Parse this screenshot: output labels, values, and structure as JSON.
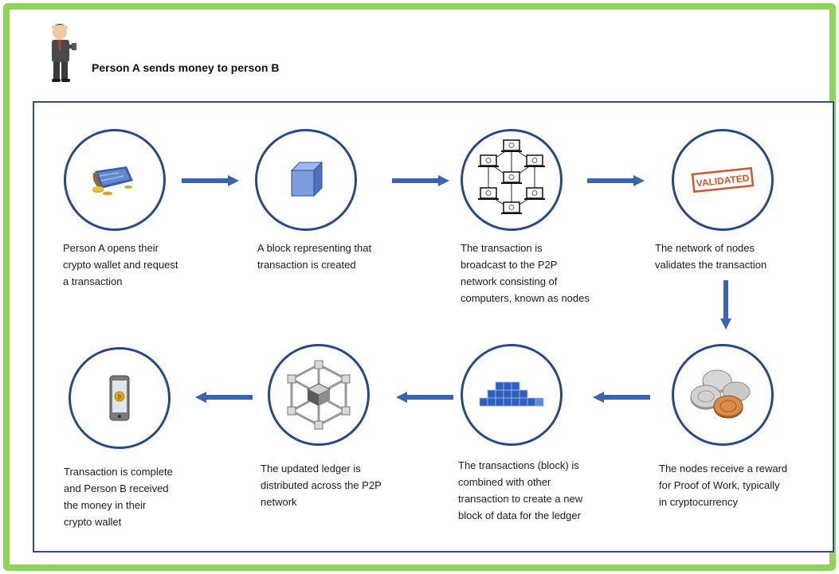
{
  "header": {
    "title": "Person A sends money to person B"
  },
  "steps": [
    {
      "icon": "wallet-icon",
      "caption": "Person A opens their\ncrypto wallet and request\na transaction"
    },
    {
      "icon": "block-cube-icon",
      "caption": "A block representing that\ntransaction is created"
    },
    {
      "icon": "p2p-network-icon",
      "caption": "The transaction is\nbroadcast to the P2P\nnetwork consisting of\ncomputers, known as nodes"
    },
    {
      "icon": "validated-stamp-icon",
      "caption": "The network of nodes\nvalidates the transaction",
      "stamp_text": "VALIDATED"
    },
    {
      "icon": "coins-icon",
      "caption": "The nodes receive a reward\nfor Proof of Work, typically\nin cryptocurrency"
    },
    {
      "icon": "stacked-blocks-icon",
      "caption": "The transactions (block) is\ncombined with other\ntransaction to create a new\nblock of data for the ledger"
    },
    {
      "icon": "ledger-network-icon",
      "caption": "The updated ledger is\ndistributed across the P2P\nnetwork"
    },
    {
      "icon": "smartphone-wallet-icon",
      "caption": "Transaction is complete\nand Person B received\nthe money in their\ncrypto wallet"
    }
  ],
  "colors": {
    "frame": "#8fd45a",
    "outline": "#254a8c",
    "arrow": "#3a64b0"
  }
}
